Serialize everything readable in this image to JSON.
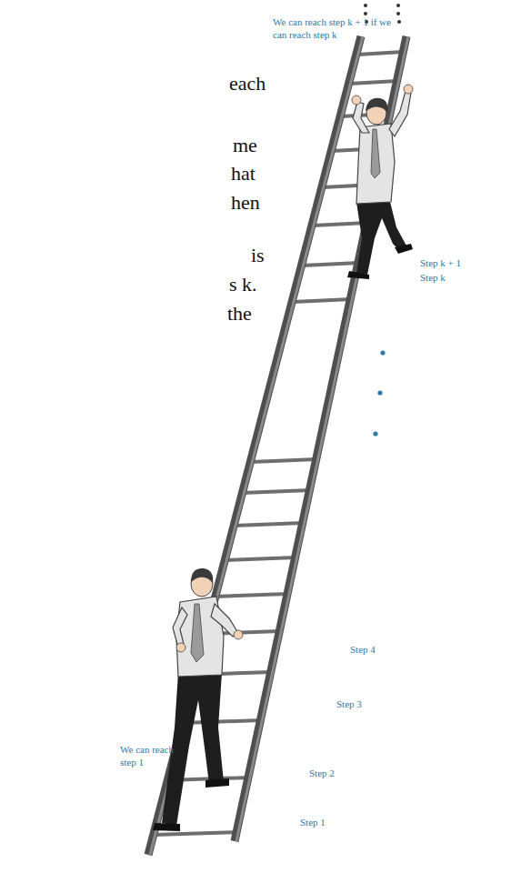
{
  "diagram": {
    "labels": [
      "each",
      "me",
      "hat",
      "hen",
      "is",
      "s k.",
      "the",
      "We can reach step k + 1 if we can reach step k",
      "Step k + 1",
      "Step k",
      "Step 4",
      "Step 3",
      "Step 2",
      "Step 1",
      "We can reach step 1"
    ]
  }
}
